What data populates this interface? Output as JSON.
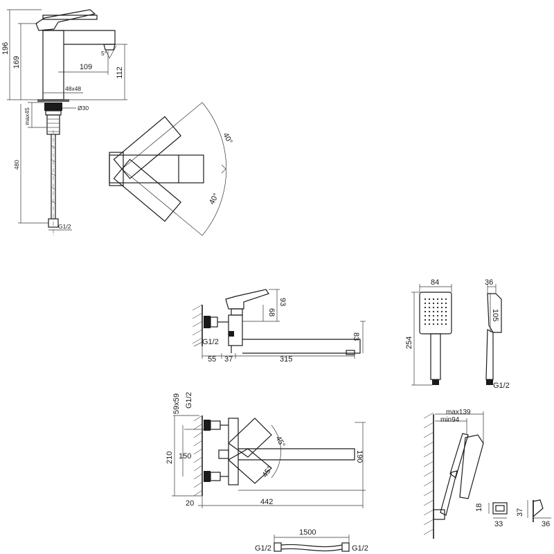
{
  "basin_mixer": {
    "height_total": "196",
    "height_body": "169",
    "spout_reach": "109",
    "spout_height": "112",
    "spout_angle": "5°",
    "body_section": "48x48",
    "thread_diameter": "Ø30",
    "max_thickness": "max45",
    "hose_length": "480",
    "connection": "G1/2"
  },
  "swivel_plan": {
    "angle_upper": "40°",
    "angle_lower": "40°"
  },
  "bath_mixer_side": {
    "height_lever": "93",
    "height_body": "68",
    "spout_height": "83",
    "connection": "G1/2",
    "wall_offset": "55",
    "body_offset": "37",
    "spout_length": "315"
  },
  "bath_mixer_plan": {
    "flange_size": "59x59",
    "connection": "G1/2",
    "height_total": "210",
    "eccentric_distance": "150",
    "spout_height": "190",
    "wall_gap": "20",
    "spout_length": "442",
    "angle_upper": "45°",
    "angle_lower": "45°"
  },
  "hand_shower": {
    "head_width": "84",
    "length": "254",
    "depth": "36",
    "head_height": "105",
    "connection": "G1/2"
  },
  "wall_bracket": {
    "reach_max": "max139",
    "reach_min": "min94"
  },
  "wall_parts": {
    "elbow_height": "18",
    "elbow_width": "33",
    "holder_height": "37",
    "holder_width": "36"
  },
  "shower_hose": {
    "length": "1500",
    "connection_left": "G1/2",
    "connection_right": "G1/2"
  }
}
